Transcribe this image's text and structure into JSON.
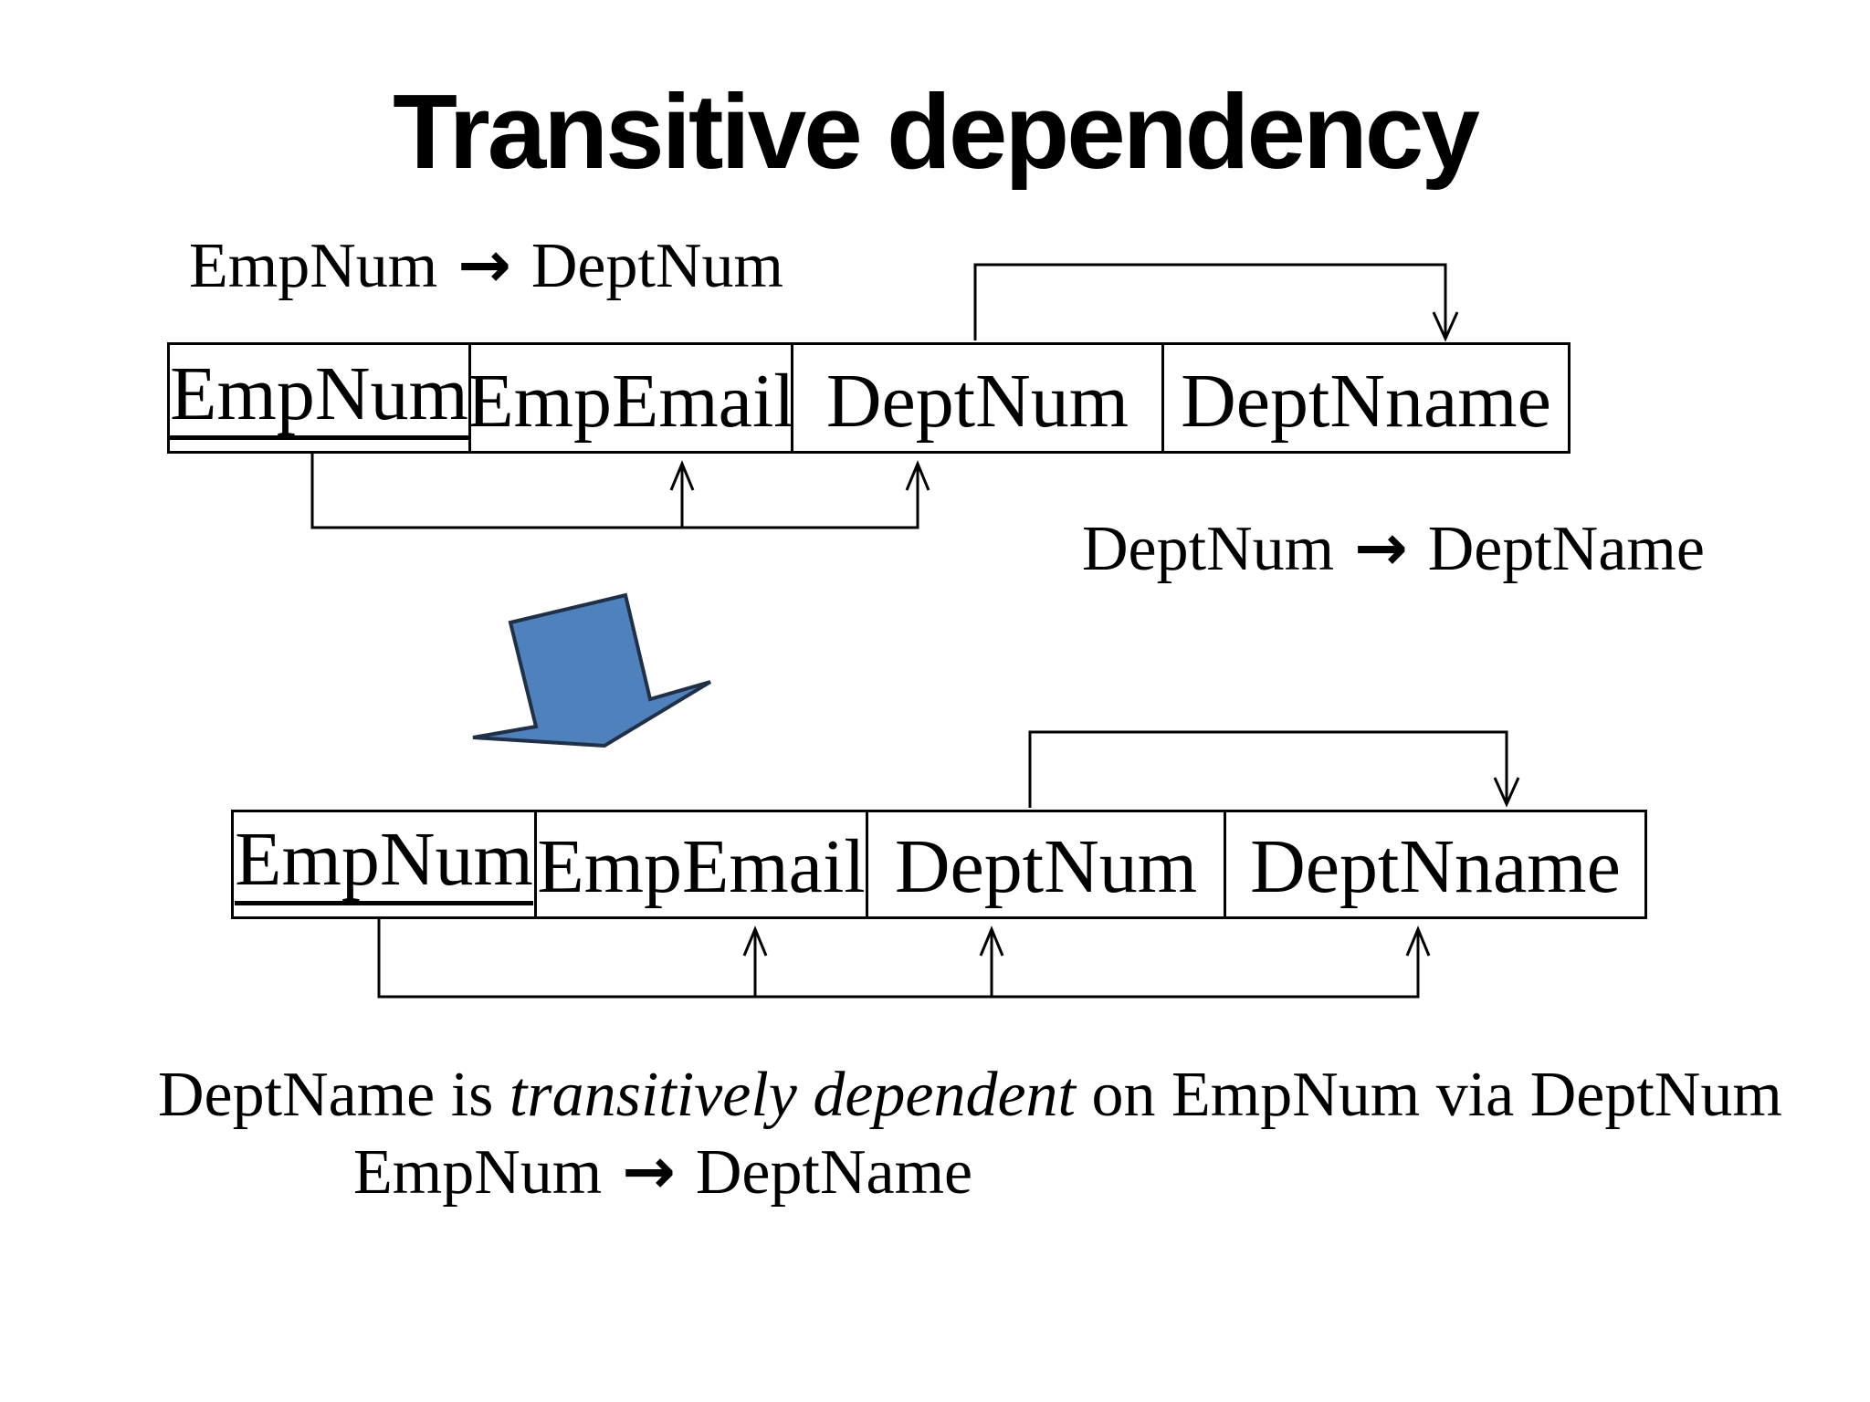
{
  "slide": {
    "title": "Transitive dependency",
    "fd_top": {
      "lhs": "EmpNum",
      "arrow": "→",
      "rhs": "DeptNum"
    },
    "fd_right": {
      "lhs": "DeptNum",
      "arrow": "→",
      "rhs": "DeptName"
    },
    "fd_bottom": {
      "lhs": "EmpNum",
      "arrow": "→",
      "rhs": "DeptName"
    },
    "caption": {
      "line1_pre": "DeptName is ",
      "line1_emphasis": "transitively dependent",
      "line1_post": " on EmpNum via DeptNum"
    },
    "table_top": {
      "cells": [
        "EmpNum",
        "EmpEmail",
        "DeptNum",
        "DeptNname"
      ],
      "primary_key": "EmpNum"
    },
    "table_bottom": {
      "cells": [
        "EmpNum",
        "EmpEmail",
        "DeptNum",
        "DeptNname"
      ],
      "primary_key": "EmpNum"
    },
    "colors": {
      "background": "#FFFFFF",
      "text": "#000000",
      "line": "#000000",
      "block_arrow_fill": "#4F81BD",
      "block_arrow_stroke": "#1F3047"
    }
  }
}
